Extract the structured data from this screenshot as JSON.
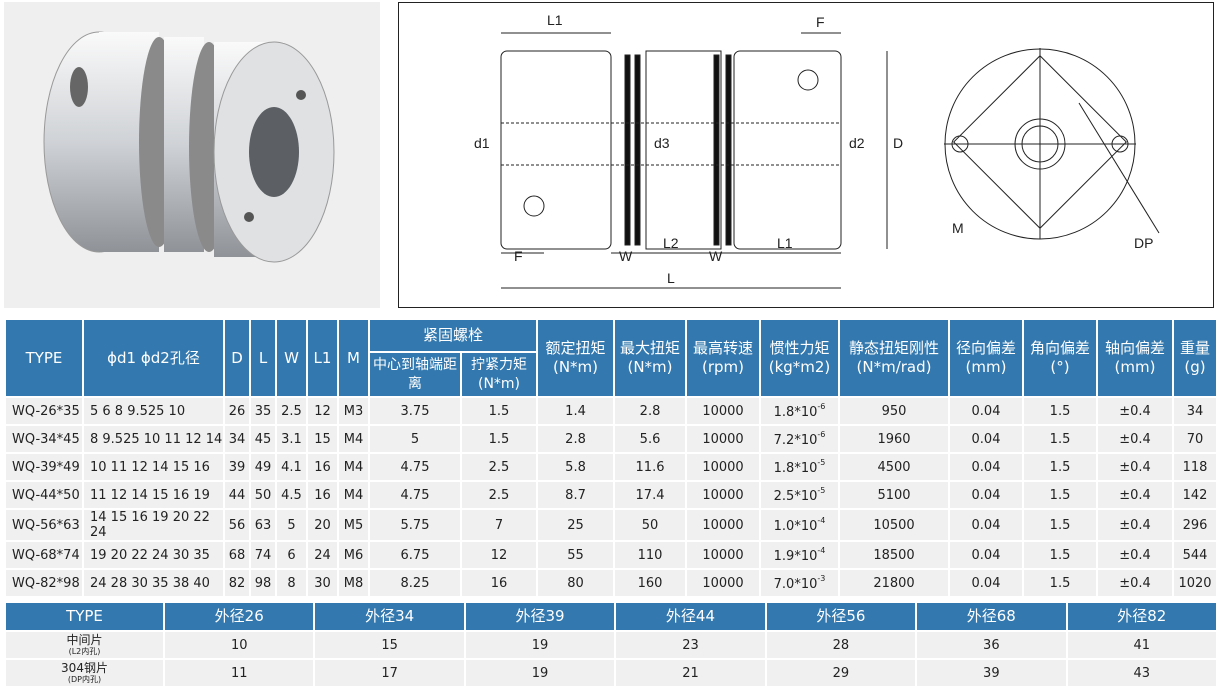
{
  "diagram": {
    "labels": {
      "L1": "L1",
      "F": "F",
      "d1": "d1",
      "d3": "d3",
      "d2": "d2",
      "D": "D",
      "W": "W",
      "L2": "L2",
      "L": "L",
      "M": "M",
      "DP": "DP"
    }
  },
  "spec": {
    "headers": {
      "type": "TYPE",
      "bore": "ϕd1 ϕd2孔径",
      "D": "D",
      "L": "L",
      "W": "W",
      "L1": "L1",
      "M": "M",
      "screw_group": "紧固螺栓",
      "screw_dist": "中心到轴端距离",
      "screw_torque": "拧紧力矩(N*m)",
      "rated_torque": "额定扭矩(N*m)",
      "max_torque": "最大扭矩(N*m)",
      "max_speed": "最高转速(rpm)",
      "inertia": "惯性力矩(kg*m2)",
      "stiffness": "静态扭矩刚性(N*m/rad)",
      "radial": "径向偏差(mm)",
      "angular": "角向偏差(°)",
      "axial": "轴向偏差(mm)",
      "weight": "重量(g)"
    },
    "rows": [
      {
        "type": "WQ-26*35",
        "bore": "5 6 8 9.525 10",
        "D": "26",
        "L": "35",
        "W": "2.5",
        "L1": "12",
        "M": "M3",
        "dist": "3.75",
        "tq": "1.5",
        "rated": "1.4",
        "max": "2.8",
        "speed": "10000",
        "inertia": "1.8*10",
        "exp": "-6",
        "stiff": "950",
        "radial": "0.04",
        "angular": "1.5",
        "axial": "±0.4",
        "weight": "34"
      },
      {
        "type": "WQ-34*45",
        "bore": "8 9.525 10 11 12 14",
        "D": "34",
        "L": "45",
        "W": "3.1",
        "L1": "15",
        "M": "M4",
        "dist": "5",
        "tq": "1.5",
        "rated": "2.8",
        "max": "5.6",
        "speed": "10000",
        "inertia": "7.2*10",
        "exp": "-6",
        "stiff": "1960",
        "radial": "0.04",
        "angular": "1.5",
        "axial": "±0.4",
        "weight": "70"
      },
      {
        "type": "WQ-39*49",
        "bore": "10 11 12 14 15 16",
        "D": "39",
        "L": "49",
        "W": "4.1",
        "L1": "16",
        "M": "M4",
        "dist": "4.75",
        "tq": "2.5",
        "rated": "5.8",
        "max": "11.6",
        "speed": "10000",
        "inertia": "1.8*10",
        "exp": "-5",
        "stiff": "4500",
        "radial": "0.04",
        "angular": "1.5",
        "axial": "±0.4",
        "weight": "118"
      },
      {
        "type": "WQ-44*50",
        "bore": "11 12 14 15 16 19",
        "D": "44",
        "L": "50",
        "W": "4.5",
        "L1": "16",
        "M": "M4",
        "dist": "4.75",
        "tq": "2.5",
        "rated": "8.7",
        "max": "17.4",
        "speed": "10000",
        "inertia": "2.5*10",
        "exp": "-5",
        "stiff": "5100",
        "radial": "0.04",
        "angular": "1.5",
        "axial": "±0.4",
        "weight": "142"
      },
      {
        "type": "WQ-56*63",
        "bore": "14 15 16 19 20 22 24",
        "D": "56",
        "L": "63",
        "W": "5",
        "L1": "20",
        "M": "M5",
        "dist": "5.75",
        "tq": "7",
        "rated": "25",
        "max": "50",
        "speed": "10000",
        "inertia": "1.0*10",
        "exp": "-4",
        "stiff": "10500",
        "radial": "0.04",
        "angular": "1.5",
        "axial": "±0.4",
        "weight": "296"
      },
      {
        "type": "WQ-68*74",
        "bore": "19 20 22 24 30 35",
        "D": "68",
        "L": "74",
        "W": "6",
        "L1": "24",
        "M": "M6",
        "dist": "6.75",
        "tq": "12",
        "rated": "55",
        "max": "110",
        "speed": "10000",
        "inertia": "1.9*10",
        "exp": "-4",
        "stiff": "18500",
        "radial": "0.04",
        "angular": "1.5",
        "axial": "±0.4",
        "weight": "544"
      },
      {
        "type": "WQ-82*98",
        "bore": "24 28 30 35 38 40",
        "D": "82",
        "L": "98",
        "W": "8",
        "L1": "30",
        "M": "M8",
        "dist": "8.25",
        "tq": "16",
        "rated": "80",
        "max": "160",
        "speed": "10000",
        "inertia": "7.0*10",
        "exp": "-3",
        "stiff": "21800",
        "radial": "0.04",
        "angular": "1.5",
        "axial": "±0.4",
        "weight": "1020"
      }
    ]
  },
  "sheet": {
    "headers": [
      "TYPE",
      "外径26",
      "外径34",
      "外径39",
      "外径44",
      "外径56",
      "外径68",
      "外径82"
    ],
    "rows": [
      {
        "label": "中间片",
        "sub": "(L2内孔)",
        "values": [
          "10",
          "15",
          "19",
          "23",
          "28",
          "36",
          "41"
        ]
      },
      {
        "label": "304钢片",
        "sub": "(DP内孔)",
        "values": [
          "11",
          "17",
          "19",
          "21",
          "29",
          "39",
          "43"
        ]
      }
    ]
  }
}
